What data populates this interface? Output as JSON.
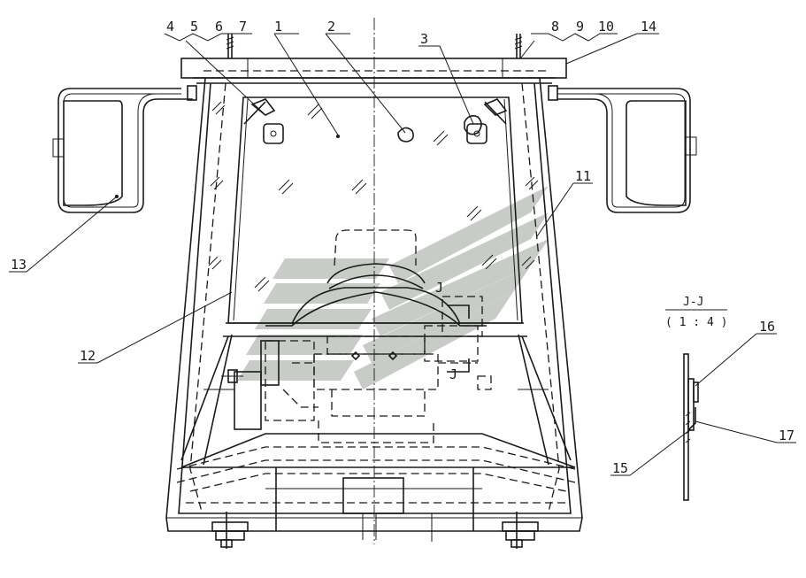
{
  "callouts": [
    "1",
    "2",
    "3",
    "4",
    "5",
    "6",
    "7",
    "8",
    "9",
    "10",
    "11",
    "12",
    "13",
    "14",
    "15",
    "16",
    "17"
  ],
  "section": {
    "title": "J-J",
    "scale": "( 1 : 4 )"
  },
  "section_mark": "J",
  "colors": {
    "line": "#1a1a1a",
    "watermark": "#9aa39a",
    "paper": "#ffffff"
  }
}
